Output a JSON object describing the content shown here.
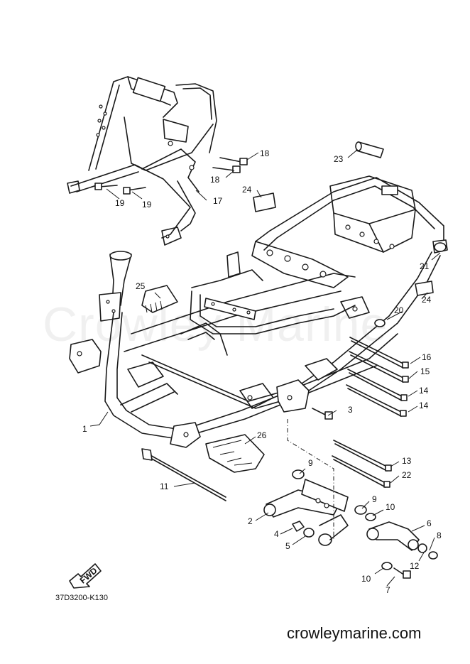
{
  "watermark": "Crowley Marine",
  "drawing_code": "37D3200-K130",
  "site": "crowleymarine.com",
  "fwd_label": "FWD",
  "callouts": {
    "c1": "1",
    "c2": "2",
    "c3": "3",
    "c4": "4",
    "c5": "5",
    "c6": "6",
    "c7": "7",
    "c8": "8",
    "c9a": "9",
    "c9b": "9",
    "c10a": "10",
    "c10b": "10",
    "c11": "11",
    "c12": "12",
    "c13": "13",
    "c14a": "14",
    "c14b": "14",
    "c15": "15",
    "c16": "16",
    "c17": "17",
    "c18a": "18",
    "c18b": "18",
    "c19a": "19",
    "c19b": "19",
    "c20": "20",
    "c21": "21",
    "c22": "22",
    "c23": "23",
    "c24a": "24",
    "c24b": "24",
    "c25": "25",
    "c26": "26"
  }
}
